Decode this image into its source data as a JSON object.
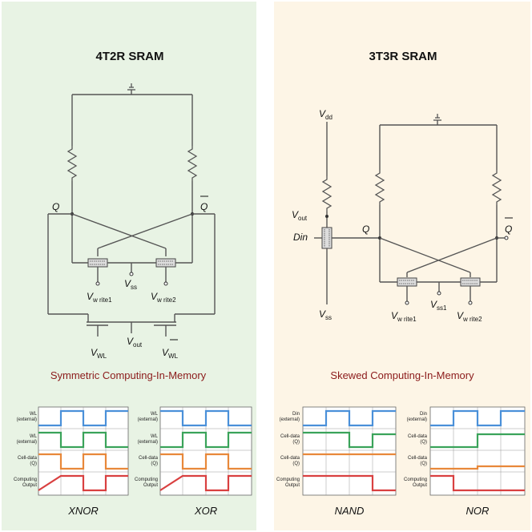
{
  "left_panel": {
    "background": "#e8f3e4",
    "title": "4T2R SRAM",
    "caption": "Symmetric Computing-In-Memory",
    "labels": {
      "q": "Q",
      "q_bar": "Q",
      "v_write1_main": "V",
      "v_write1_sub": "w rite1",
      "v_write2_main": "V",
      "v_write2_sub": "w rite2",
      "vss_main": "V",
      "vss_sub": "ss",
      "vwl_main": "V",
      "vwl_sub": "WL",
      "vwl_bar_main": "V",
      "vwl_bar_sub": "WL",
      "vout_main": "V",
      "vout_sub": "out"
    },
    "waveform_labels": {
      "wl": [
        "WL",
        "(external)"
      ],
      "wl_bar": [
        "WL",
        "(external)"
      ],
      "cell": [
        "Cell-data",
        "(Q)"
      ],
      "out": [
        "Computing",
        "Output"
      ]
    },
    "gates": [
      "XNOR",
      "XOR"
    ]
  },
  "right_panel": {
    "background": "#fdf5e6",
    "title": "3T3R SRAM",
    "caption": "Skewed Computing-In-Memory",
    "labels": {
      "vdd_main": "V",
      "vdd_sub": "dd",
      "vout_main": "V",
      "vout_sub": "out",
      "din": "Din",
      "q": "Q",
      "q_bar": "Q",
      "vss_main": "V",
      "vss_sub": "ss",
      "vss1_main": "V",
      "vss1_sub": "ss1",
      "v_write1_main": "V",
      "v_write1_sub": "w rite1",
      "v_write2_main": "V",
      "v_write2_sub": "w rite2"
    },
    "waveform_labels": {
      "din": [
        "Din",
        "(external)"
      ],
      "cell_q": [
        "Cell-data",
        "(Q)"
      ],
      "cell_qbar": [
        "Cell-data",
        "(Q)"
      ],
      "out": [
        "Computing",
        "Output"
      ]
    },
    "gates": [
      "NAND",
      "NOR"
    ]
  },
  "colors": {
    "wave_blue": "#4a90d9",
    "wave_green": "#3aa35a",
    "wave_orange": "#e8883a",
    "wave_red": "#d94040",
    "caption": "#8b1a1a",
    "wire": "#555555"
  }
}
